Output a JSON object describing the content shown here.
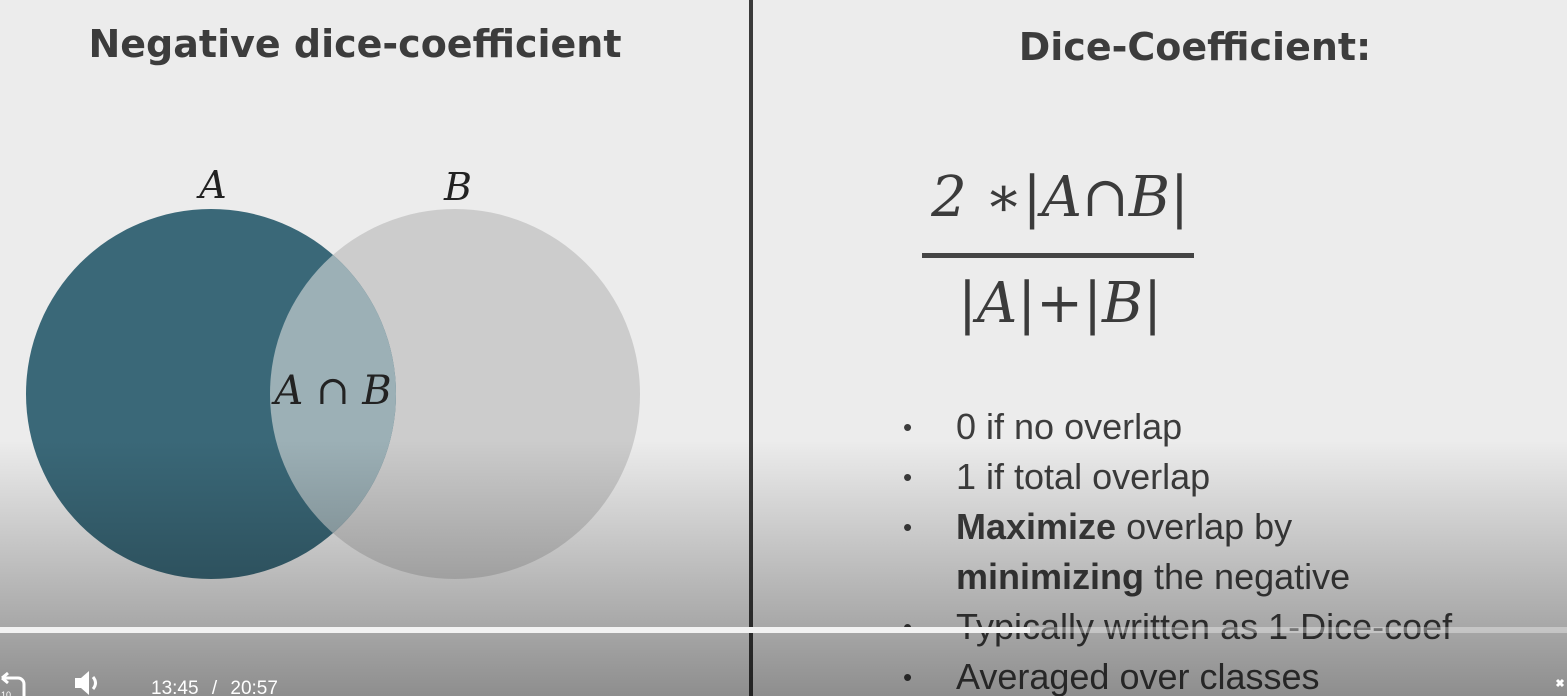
{
  "slide": {
    "left_title": "Negative dice-coefficient",
    "right_title": "Dice-Coefficient:",
    "venn": {
      "label_a": "A",
      "label_b": "B",
      "label_intersection": "A ∩ B",
      "color_a": "#3a6878",
      "color_b": "#cccccc",
      "color_overlap": "#9cb0b6"
    },
    "formula": {
      "numerator": "2 ∗|A∩B|",
      "denominator": "|A|+|B|"
    },
    "bullets": [
      {
        "text": "0 if no overlap"
      },
      {
        "text": "1 if total overlap"
      },
      {
        "bold1": "Maximize",
        "rest1": " overlap by",
        "bold2": "minimizing",
        "rest2": " the negative"
      },
      {
        "text": "Typically written as 1-Dice-coef"
      },
      {
        "text": "Averaged over classes"
      }
    ],
    "bullet_symbol": "•"
  },
  "player": {
    "current_time": "13:45",
    "separator": "/",
    "duration": "20:57",
    "progress_fraction": 0.657,
    "icons": {
      "rewind": "replay-10-icon",
      "volume": "volume-icon",
      "fullscreen": "fullscreen-icon"
    },
    "rewind_seconds": "10"
  }
}
